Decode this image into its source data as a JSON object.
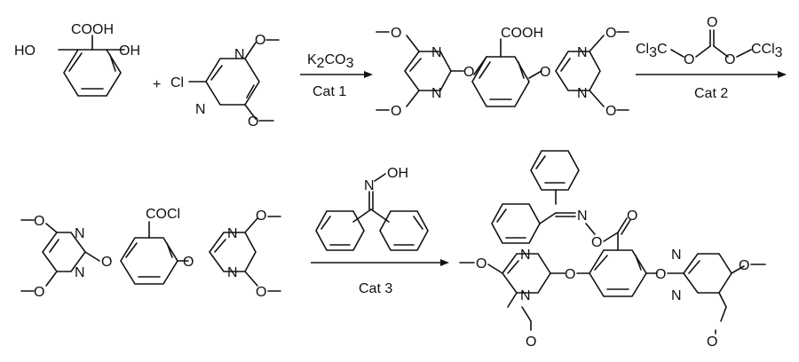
{
  "molecules": {
    "start": {
      "acid": "COOH",
      "ho_left": "HO",
      "oh_right": "OH"
    },
    "plus": "+",
    "chloro": {
      "cl": "Cl",
      "n": "N",
      "ome": "O"
    },
    "intermediate_acid": {
      "acid": "COOH",
      "n": "N",
      "o": "O"
    },
    "phosgene": {
      "ccl3_left": "Cl",
      "c3_left": "3",
      "c_left": "C",
      "o": "O",
      "ccl3_right": "CCl",
      "c3_right": "3"
    },
    "acyl_chloride": {
      "group": "COCl",
      "n": "N",
      "o": "O"
    },
    "oxime": {
      "n": "N",
      "oh": "OH"
    },
    "product": {
      "n": "N",
      "o": "O"
    }
  },
  "reactions": {
    "step1": {
      "reagent_main": "K",
      "reagent_sub": "2",
      "reagent_rest": "CO",
      "reagent_sub2": "3",
      "catalyst": "Cat 1"
    },
    "step2": {
      "catalyst": "Cat 2"
    },
    "step3": {
      "catalyst": "Cat 3"
    }
  }
}
